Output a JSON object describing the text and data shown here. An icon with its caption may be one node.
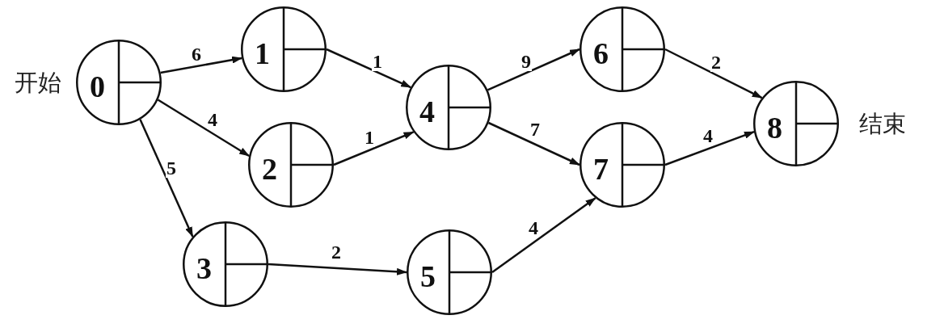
{
  "diagram": {
    "nodes": [
      {
        "text": [
          "0"
        ],
        "beside": [
          "开始"
        ]
      },
      {
        "text": [
          "1"
        ]
      },
      {
        "text": [
          "2"
        ]
      },
      {
        "text": [
          "3"
        ]
      },
      {
        "text": [
          "4"
        ]
      },
      {
        "text": [
          "5"
        ]
      },
      {
        "text": [
          "6"
        ]
      },
      {
        "text": [
          "7"
        ]
      },
      {
        "text": [
          "8"
        ],
        "beside": [
          "结束"
        ]
      }
    ],
    "edges": [
      {
        "from": 0,
        "to": 1,
        "arrow": "to",
        "label": "6"
      },
      {
        "from": 0,
        "to": 2,
        "arrow": "to",
        "label": "4"
      },
      {
        "from": 0,
        "to": 3,
        "arrow": "to",
        "label": "5"
      },
      {
        "from": 1,
        "to": 4,
        "arrow": "to",
        "label": "1"
      },
      {
        "from": 2,
        "to": 4,
        "arrow": "to",
        "label": "1"
      },
      {
        "from": 3,
        "to": 5,
        "arrow": "to",
        "label": "2"
      },
      {
        "from": 4,
        "to": 6,
        "arrow": "to",
        "label": "9"
      },
      {
        "from": 4,
        "to": 7,
        "arrow": "to",
        "label": "7"
      },
      {
        "from": 5,
        "to": 7,
        "arrow": "to",
        "label": "4"
      },
      {
        "from": 6,
        "to": 8,
        "arrow": "to",
        "label": "2"
      },
      {
        "from": 7,
        "to": 8,
        "arrow": "to",
        "label": "4"
      }
    ]
  }
}
